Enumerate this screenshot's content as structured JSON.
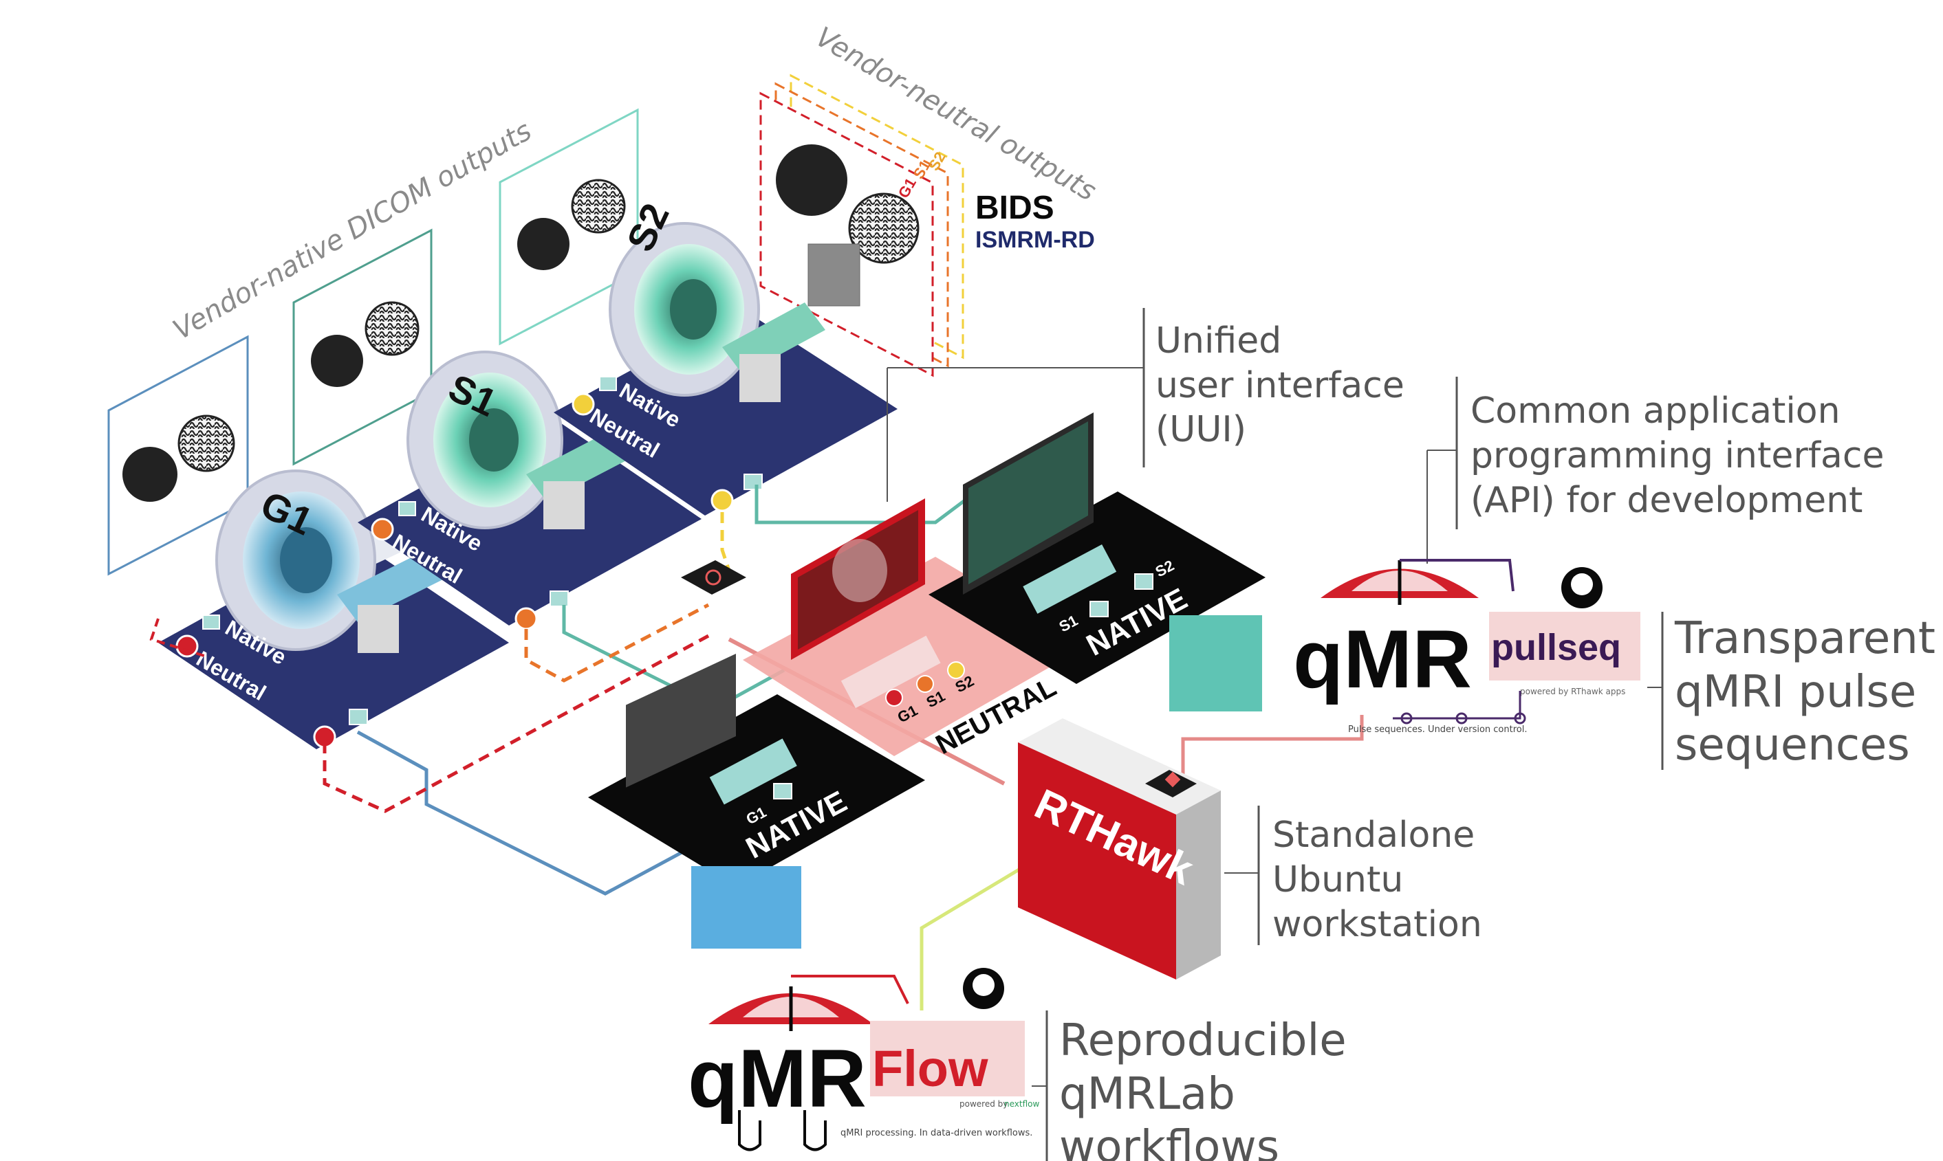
{
  "headers": {
    "vendor_native": "Vendor-native DICOM outputs",
    "vendor_neutral": "Vendor-neutral outputs"
  },
  "formats": {
    "bids": "BIDS",
    "ismrmrd": "ISMRM-RD"
  },
  "scanners": [
    {
      "id": "G1",
      "native": "Native",
      "neutral": "Neutral",
      "dot_color": "#d21f2a"
    },
    {
      "id": "S1",
      "native": "Native",
      "neutral": "Neutral",
      "dot_color": "#e8742a"
    },
    {
      "id": "S2",
      "native": "Native",
      "neutral": "Neutral",
      "dot_color": "#f2d03b"
    }
  ],
  "stacked_labels": [
    "G1",
    "S1",
    "S2"
  ],
  "consoles": {
    "left": {
      "label": "NATIVE",
      "tag": "G1"
    },
    "center": {
      "label": "NEUTRAL",
      "tags": [
        "G1",
        "S1",
        "S2"
      ]
    },
    "right": {
      "label": "NATIVE",
      "tags": [
        "S1",
        "S2"
      ]
    }
  },
  "workstation": {
    "label": "RTHawk"
  },
  "annotations": {
    "uui": [
      "Unified",
      "user interface",
      "(UUI)"
    ],
    "api": [
      "Common application",
      "programming interface",
      "(API) for development"
    ],
    "pulse": [
      "Transparent",
      "qMRI pulse",
      "sequences"
    ],
    "ubuntu": [
      "Standalone",
      "Ubuntu",
      "workstation"
    ],
    "workflows": [
      "Reproducible",
      "qMRLab",
      "workflows"
    ]
  },
  "logos": {
    "pullseq": {
      "main": "qMR",
      "suffix": "pullseq",
      "powered": "powered by RThawk apps",
      "tagline": "Pulse sequences. Under version control."
    },
    "flow": {
      "main": "qMR",
      "suffix": "Flow",
      "powered": "powered by",
      "powered_brand": "nextflow",
      "tagline": "qMRI processing. In data-driven workflows."
    }
  },
  "colors": {
    "navy": "#2b3471",
    "black": "#0a0a0a",
    "red": "#d21f2a",
    "orange": "#e8742a",
    "yellow": "#f2d03b",
    "blue_line": "#5b8fbd",
    "teal_line": "#5fb8a6",
    "rthawk_red": "#c9141f",
    "neutral_pink": "#f3a7a4"
  }
}
